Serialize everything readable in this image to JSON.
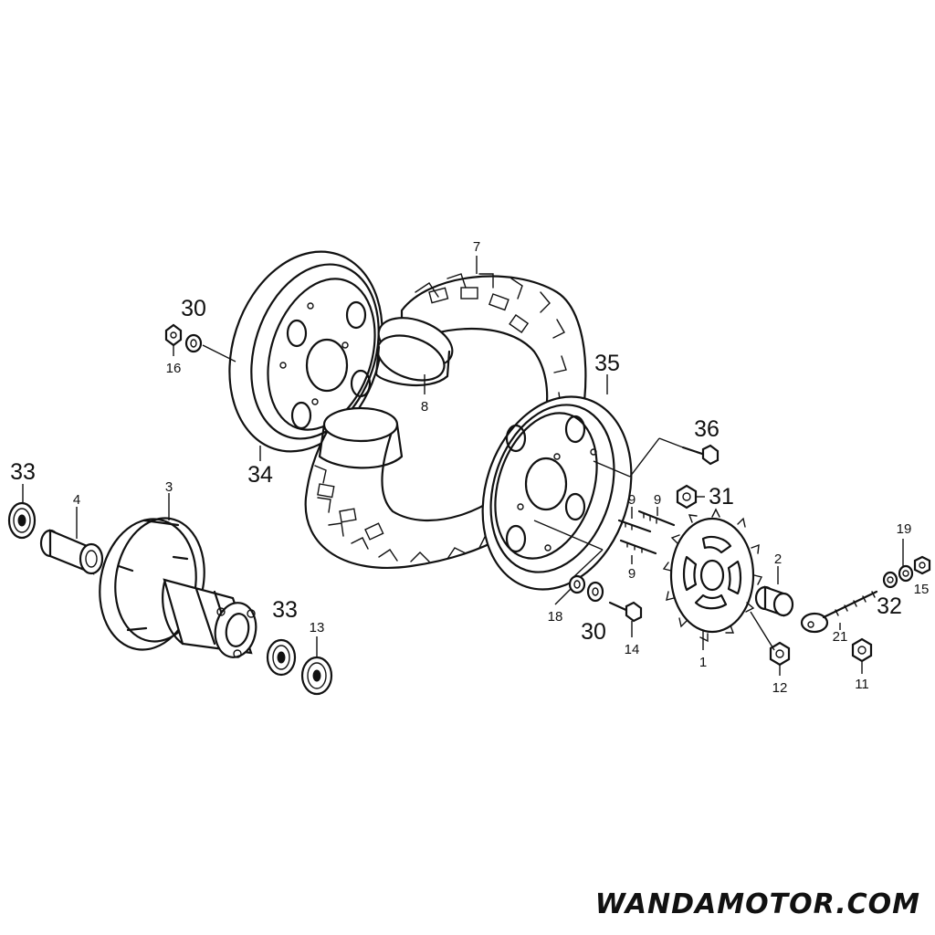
{
  "watermark": "WANDAMOTOR.COM",
  "callouts": [
    {
      "id": "c7",
      "text": "7",
      "size": "small"
    },
    {
      "id": "c30a",
      "text": "30",
      "size": "large"
    },
    {
      "id": "c16",
      "text": "16",
      "size": "small"
    },
    {
      "id": "c8",
      "text": "8",
      "size": "small"
    },
    {
      "id": "c35",
      "text": "35",
      "size": "large"
    },
    {
      "id": "c36",
      "text": "36",
      "size": "large"
    },
    {
      "id": "c34",
      "text": "34",
      "size": "large"
    },
    {
      "id": "c33a",
      "text": "33",
      "size": "large"
    },
    {
      "id": "c4",
      "text": "4",
      "size": "small"
    },
    {
      "id": "c3",
      "text": "3",
      "size": "small"
    },
    {
      "id": "c31",
      "text": "31",
      "size": "large"
    },
    {
      "id": "c9a",
      "text": "9",
      "size": "small"
    },
    {
      "id": "c9b",
      "text": "9",
      "size": "small"
    },
    {
      "id": "c9c",
      "text": "9",
      "size": "small"
    },
    {
      "id": "c19",
      "text": "19",
      "size": "small"
    },
    {
      "id": "c2",
      "text": "2",
      "size": "small"
    },
    {
      "id": "c32",
      "text": "32",
      "size": "large"
    },
    {
      "id": "c15",
      "text": "15",
      "size": "small"
    },
    {
      "id": "c33b",
      "text": "33",
      "size": "large"
    },
    {
      "id": "c13",
      "text": "13",
      "size": "small"
    },
    {
      "id": "c18",
      "text": "18",
      "size": "small"
    },
    {
      "id": "c30b",
      "text": "30",
      "size": "large"
    },
    {
      "id": "c21",
      "text": "21",
      "size": "small"
    },
    {
      "id": "c14",
      "text": "14",
      "size": "small"
    },
    {
      "id": "c1",
      "text": "1",
      "size": "small"
    },
    {
      "id": "c12",
      "text": "12",
      "size": "small"
    },
    {
      "id": "c11",
      "text": "11",
      "size": "small"
    }
  ]
}
